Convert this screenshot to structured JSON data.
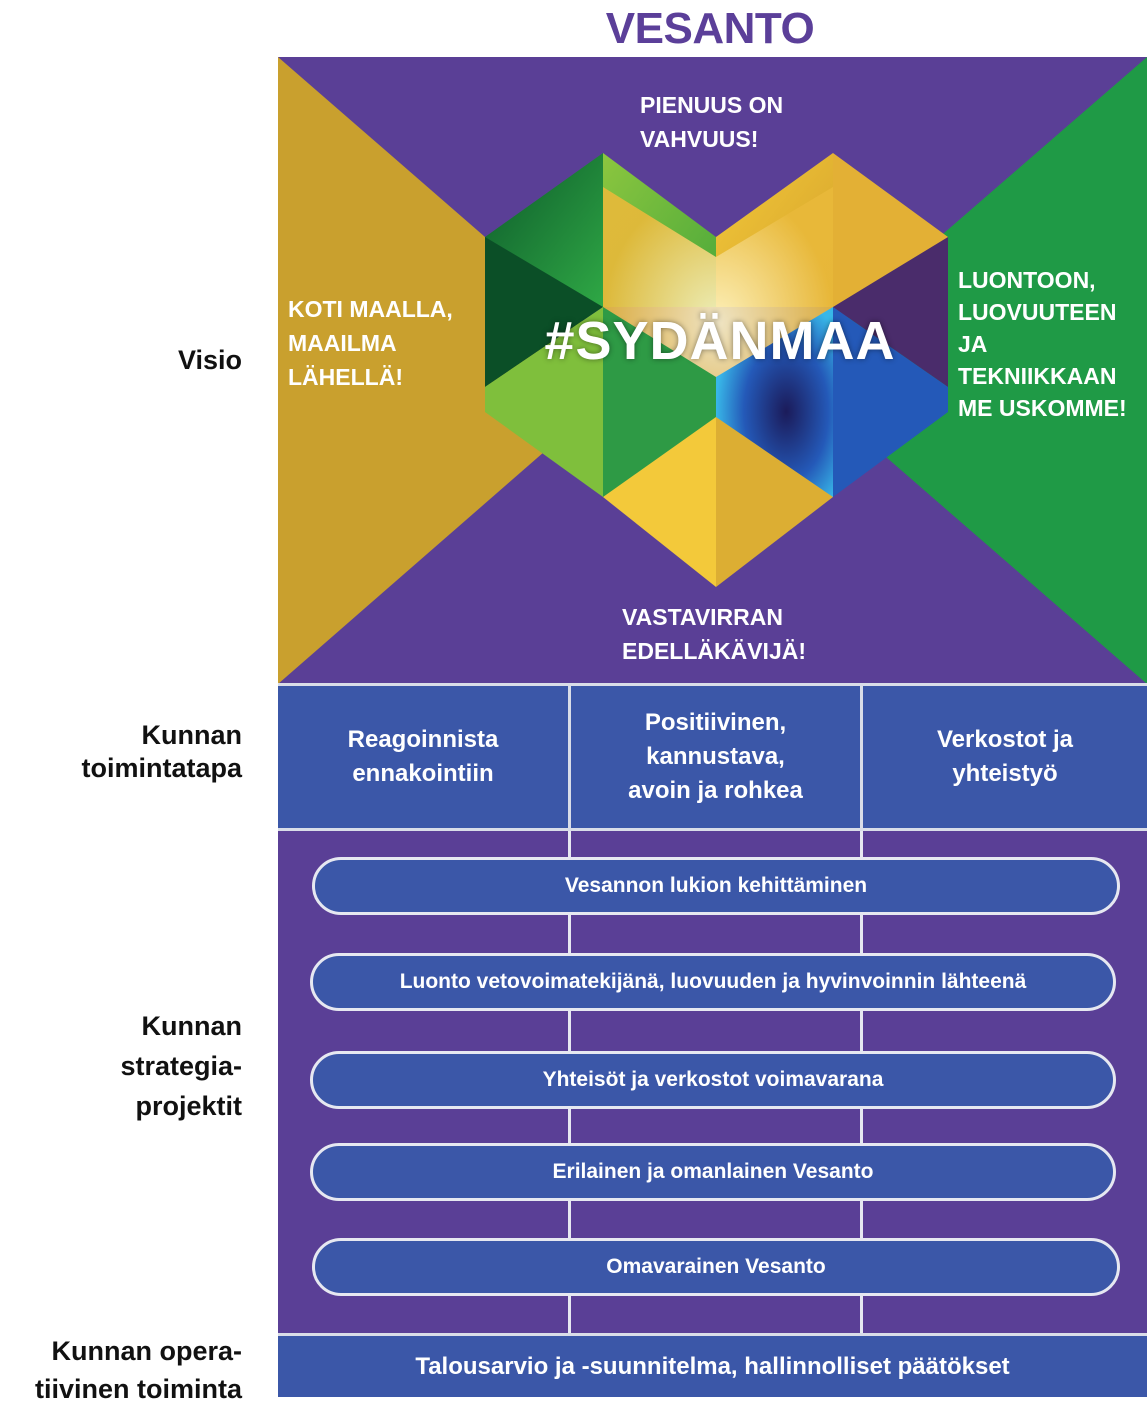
{
  "title": "VESANTO",
  "row_labels": {
    "visio": "Visio",
    "toimintatapa": [
      "Kunnan",
      "toimintatapa"
    ],
    "strategia": [
      "Kunnan",
      "strategia-",
      "projektit"
    ],
    "operatiivinen": [
      "Kunnan opera-",
      "tiivinen toiminta"
    ]
  },
  "vision": {
    "top": [
      "PIENUUS ON",
      "VAHVUUS!"
    ],
    "left": [
      "KOTI MAALLA,",
      "MAAILMA",
      "LÄHELLÄ!"
    ],
    "right": [
      "LUONTOON,",
      "LUOVUUTEEN JA",
      "TEKNIIKKAAN",
      "ME USKOMME!"
    ],
    "bottom": [
      "VASTAVIRRAN",
      "EDELLÄKÄVIJÄ!"
    ],
    "center": "#SYDÄNMAA"
  },
  "toimintatapa_cells": [
    [
      "Reagoinnista",
      "ennakointiin"
    ],
    [
      "Positiivinen,",
      "kannustava,",
      "avoin ja rohkea"
    ],
    [
      "Verkostot ja",
      "yhteistyö"
    ]
  ],
  "projects": [
    "Vesannon lukion kehittäminen",
    "Luonto vetovoimatekijänä, luovuuden ja hyvinvoinnin lähteenä",
    "Yhteisöt ja verkostot voimavarana",
    "Erilainen ja omanlainen  Vesanto",
    "Omavarainen Vesanto"
  ],
  "operational": "Talousarvio ja -suunnitelma, hallinnolliset päätökset",
  "colors": {
    "purple": "#5a3f96",
    "gold": "#c9a02e",
    "green": "#1f9a46",
    "blue": "#3b57a8",
    "title": "#5b3f99"
  }
}
